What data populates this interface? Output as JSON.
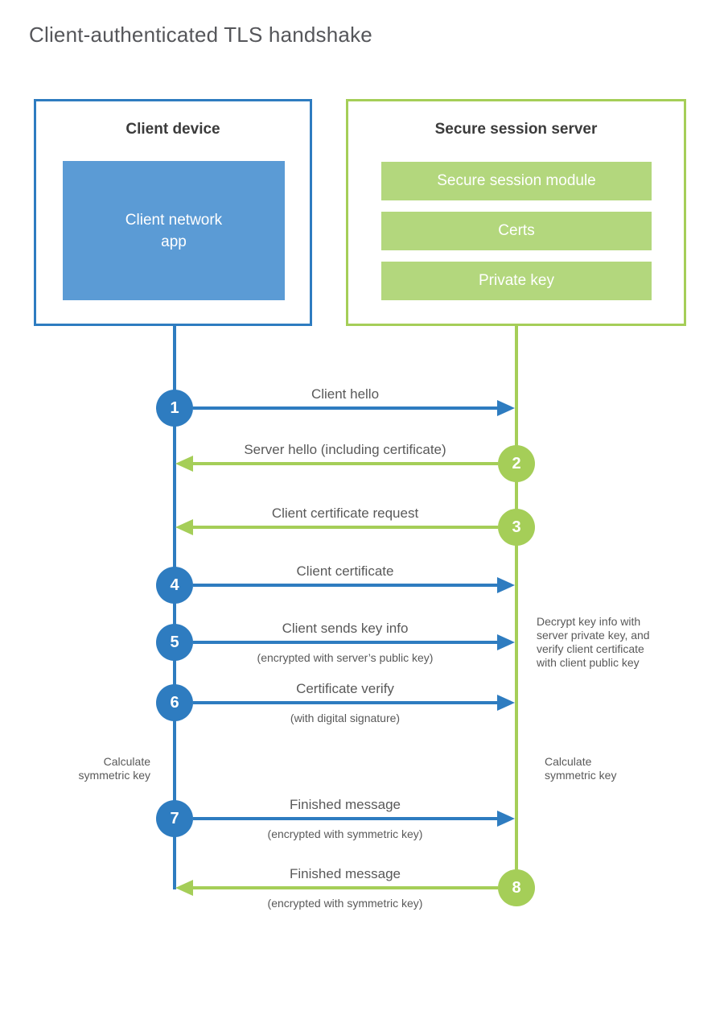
{
  "title": "Client-authenticated TLS handshake",
  "colors": {
    "blue_accent": "#2e7cc0",
    "blue_light": "#5b9bd5",
    "green_accent": "#a5ce58",
    "green_light": "#b3d77d",
    "text_gray": "#595959",
    "heading_gray": "#3b3b3b"
  },
  "client": {
    "title": "Client device",
    "module": "Client network\napp"
  },
  "server": {
    "title": "Secure session server",
    "modules": [
      "Secure session module",
      "Certs",
      "Private key"
    ]
  },
  "steps": [
    {
      "num": "1",
      "from": "client",
      "label": "Client hello",
      "sub": ""
    },
    {
      "num": "2",
      "from": "server",
      "label": "Server hello (including certificate)",
      "sub": ""
    },
    {
      "num": "3",
      "from": "server",
      "label": "Client certificate request",
      "sub": ""
    },
    {
      "num": "4",
      "from": "client",
      "label": "Client certificate",
      "sub": ""
    },
    {
      "num": "5",
      "from": "client",
      "label": "Client sends key info",
      "sub": "(encrypted with server’s public key)"
    },
    {
      "num": "6",
      "from": "client",
      "label": "Certificate verify",
      "sub": "(with digital signature)"
    },
    {
      "num": "7",
      "from": "client",
      "label": "Finished message",
      "sub": "(encrypted with symmetric key)"
    },
    {
      "num": "8",
      "from": "server",
      "label": "Finished message",
      "sub": "(encrypted with symmetric key)"
    }
  ],
  "notes": {
    "server_decrypt": "Decrypt key info with server private key, and verify client certificate with client public key",
    "client_calc": "Calculate symmetric key",
    "server_calc": "Calculate symmetric key"
  }
}
